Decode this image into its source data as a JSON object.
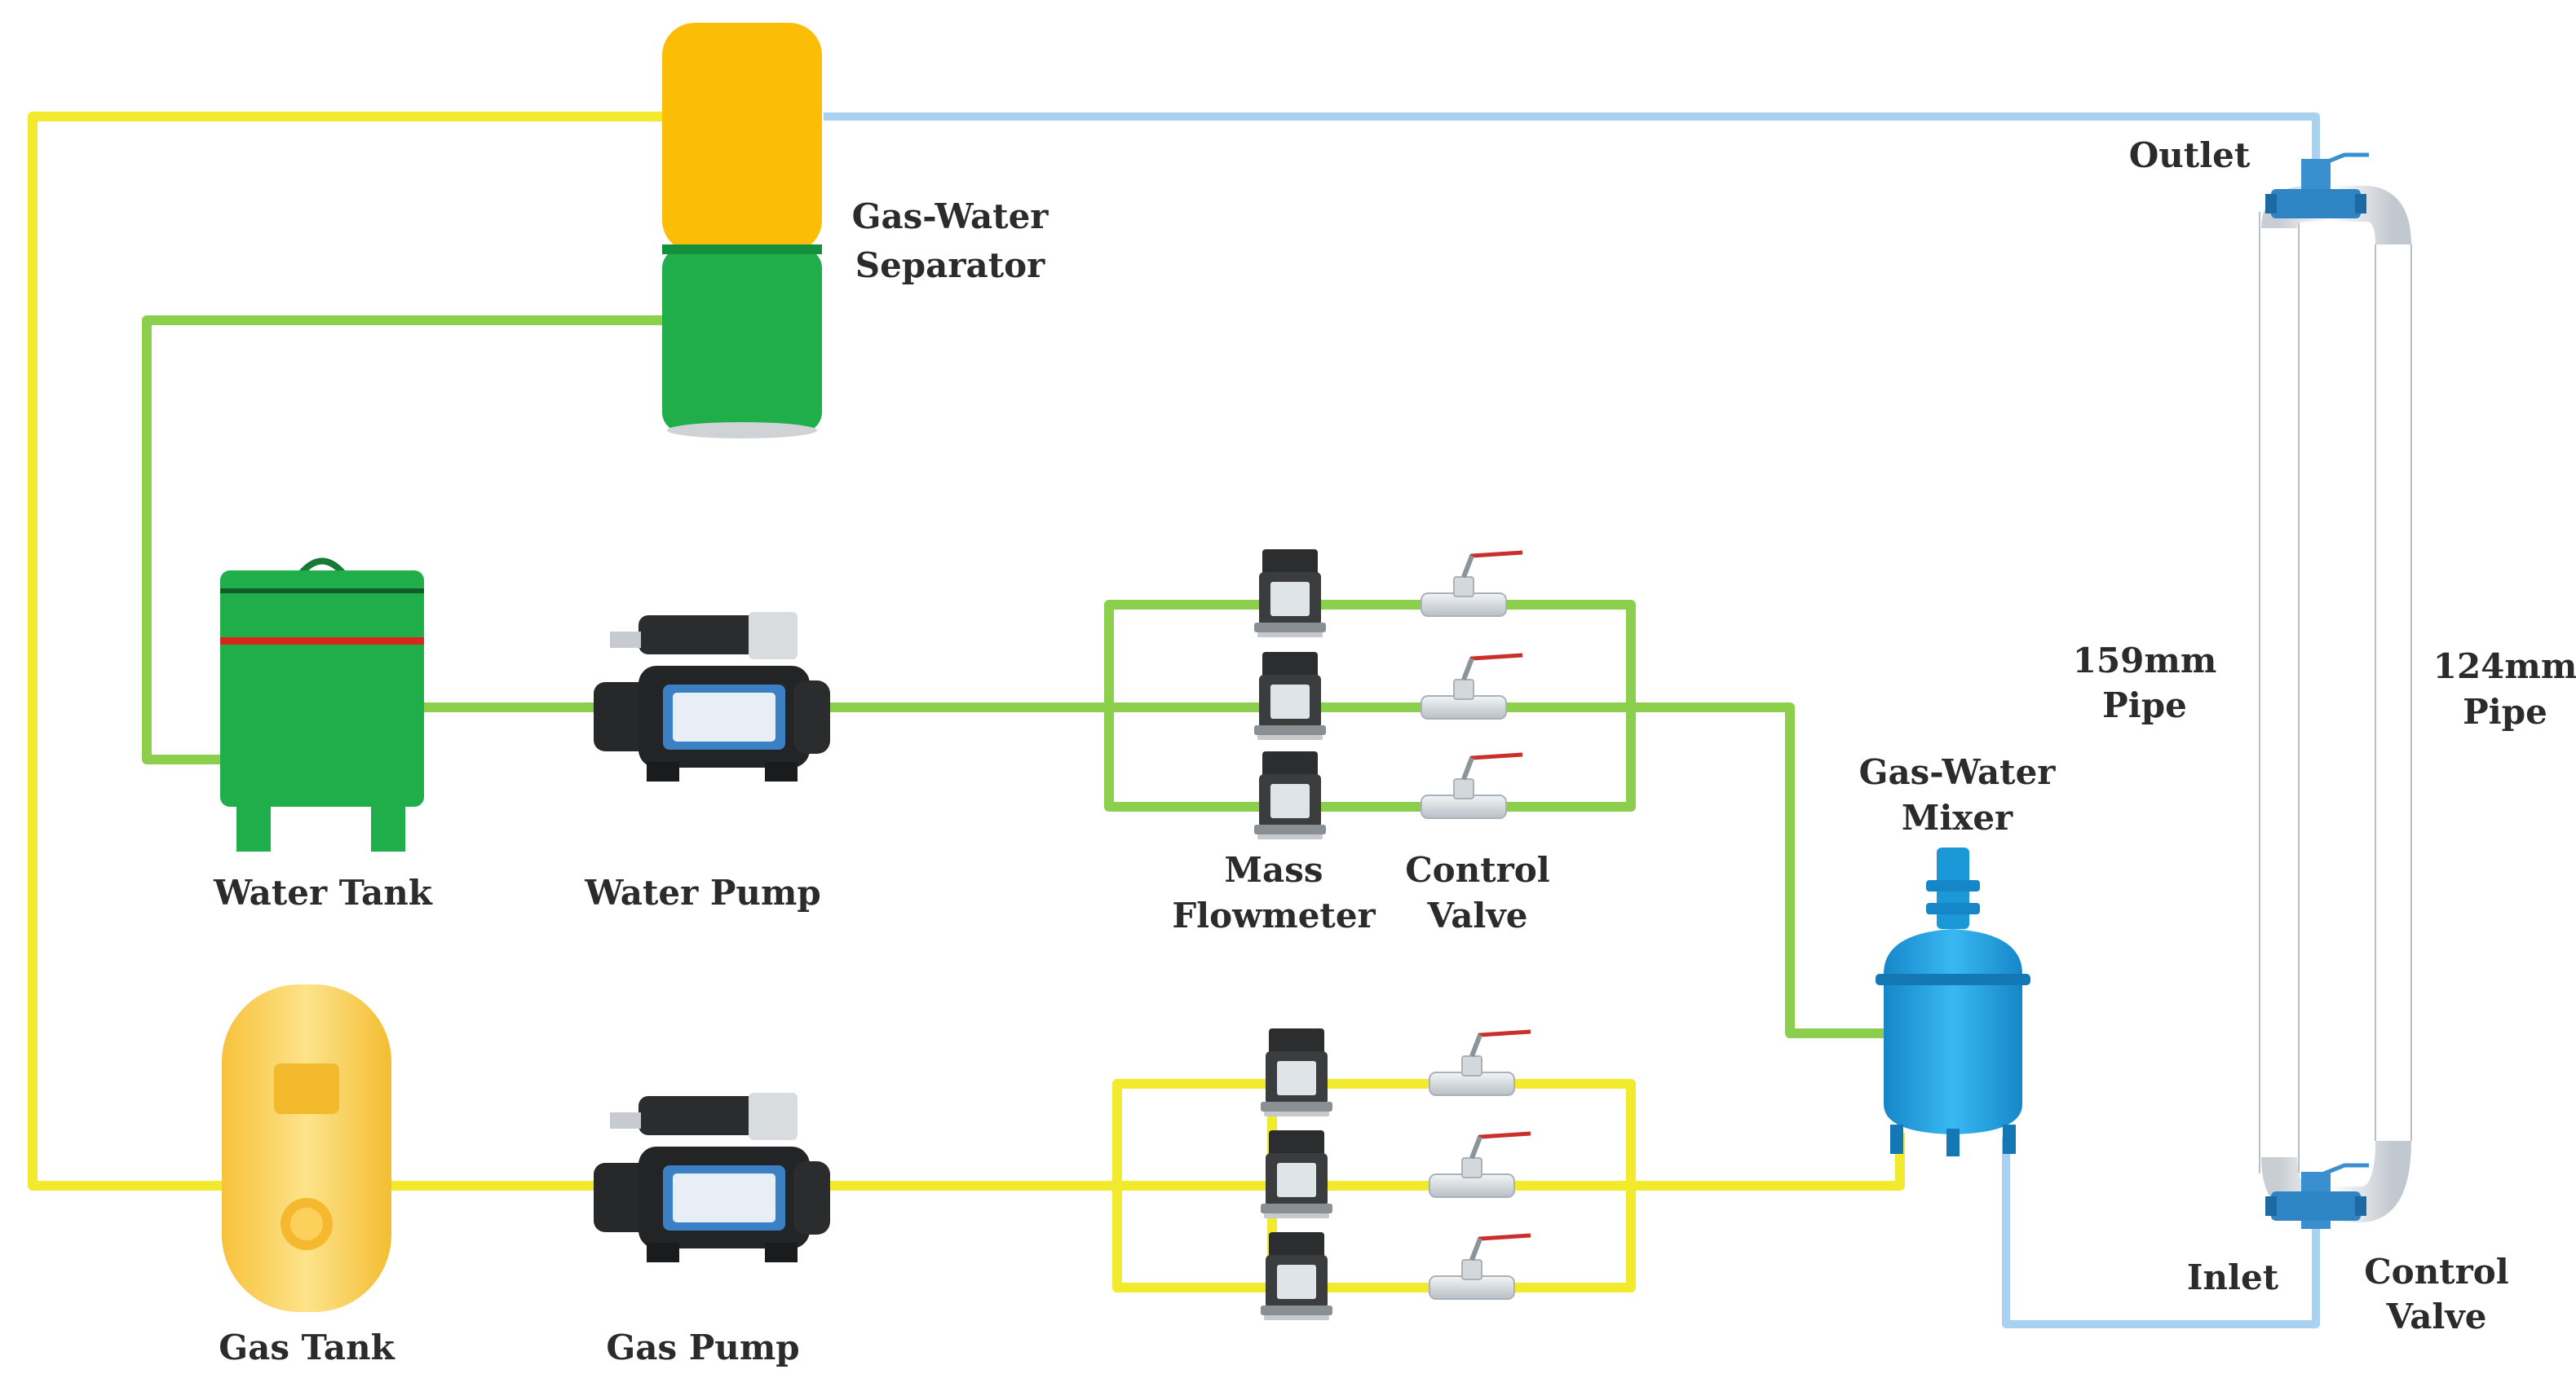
{
  "colors": {
    "water_line": "#8ccf4d",
    "gas_line": "#f2ea2c",
    "return_line": "#a9d1f0",
    "separator_top": "#fbbd06",
    "separator_bottom": "#1fae4a",
    "water_tank": "#1fae4a",
    "water_tank_stripe": "#d7261e",
    "gas_tank": "#fcd45a",
    "mixer": "#1fa3e0",
    "pump_body": "#222426",
    "pump_window": "#3b7fc4",
    "pipe": "#eef1f4",
    "fitting": "#3a8fcf"
  },
  "labels": {
    "separator": [
      "Gas-Water",
      "Separator"
    ],
    "water_tank": "Water Tank",
    "water_pump": "Water Pump",
    "gas_tank": "Gas Tank",
    "gas_pump": "Gas Pump",
    "mass_flowmeter": [
      "Mass",
      "Flowmeter"
    ],
    "control_valve": [
      "Control",
      "Valve"
    ],
    "mixer": [
      "Gas-Water",
      "Mixer"
    ],
    "outlet": "Outlet",
    "inlet": "Inlet",
    "pipe_159": [
      "159mm",
      "Pipe"
    ],
    "pipe_124": [
      "124mm",
      "Pipe"
    ],
    "inlet_control_valve": [
      "Control",
      "Valve"
    ]
  }
}
